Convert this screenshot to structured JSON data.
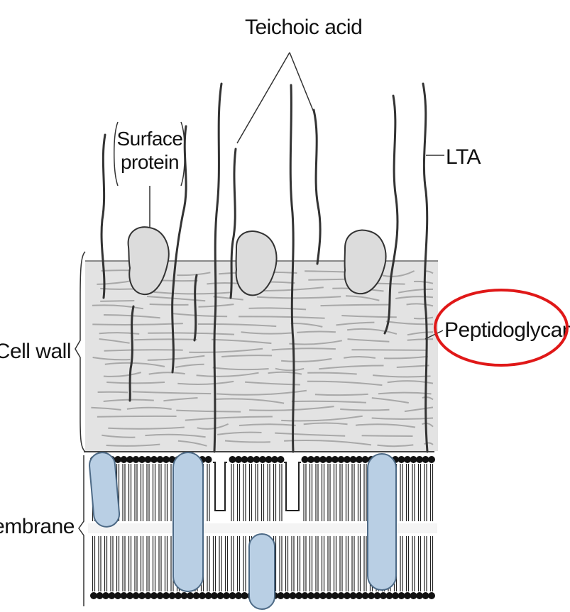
{
  "labels": {
    "teichoic_acid": "Teichoic acid",
    "surface_protein_line1": "Surface",
    "surface_protein_line2": "protein",
    "lta": "LTA",
    "peptidoglycan": "Peptidoglycan",
    "cell_wall": "Cell wall",
    "membrane": "membrane"
  },
  "colors": {
    "wall_fill": "#e3e3e3",
    "protein_fill": "#b9cfe4",
    "surface_protein_fill": "#dcdcdc",
    "highlight_ring": "#e01818",
    "strand": "#333333"
  }
}
